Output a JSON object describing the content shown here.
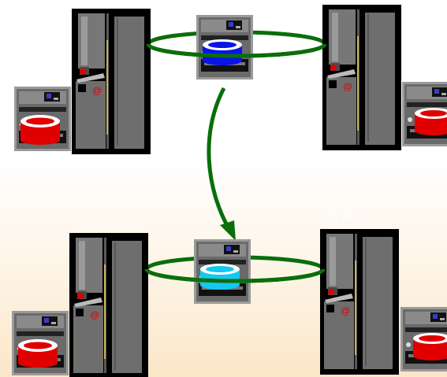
{
  "diagram": {
    "faint_text": [
      "B",
      "AP"
    ],
    "colors": {
      "ring": "#0a6e0a",
      "arrow": "#0a6e0a",
      "disk_red": "#e00000",
      "disk_blue": "#0a14e6",
      "disk_cyan": "#14c8f0",
      "server_dark": "#000000",
      "server_gray": "#6e6e6e",
      "indicator_red": "#e00000",
      "indicator_blue": "#3c3cc8"
    },
    "top_group": {
      "left_server": {
        "icon": "server-tower-icon",
        "disk": "red"
      },
      "center_store": {
        "icon": "storage-unit-icon",
        "disk": "blue"
      },
      "right_server": {
        "icon": "server-tower-icon",
        "disk": "red"
      }
    },
    "bottom_group": {
      "left_server": {
        "icon": "server-tower-icon",
        "disk": "red"
      },
      "center_store": {
        "icon": "storage-unit-icon",
        "disk": "cyan"
      },
      "right_server": {
        "icon": "server-tower-icon",
        "disk": "red"
      }
    },
    "transition_arrow": {
      "icon": "curved-arrow-icon"
    }
  }
}
